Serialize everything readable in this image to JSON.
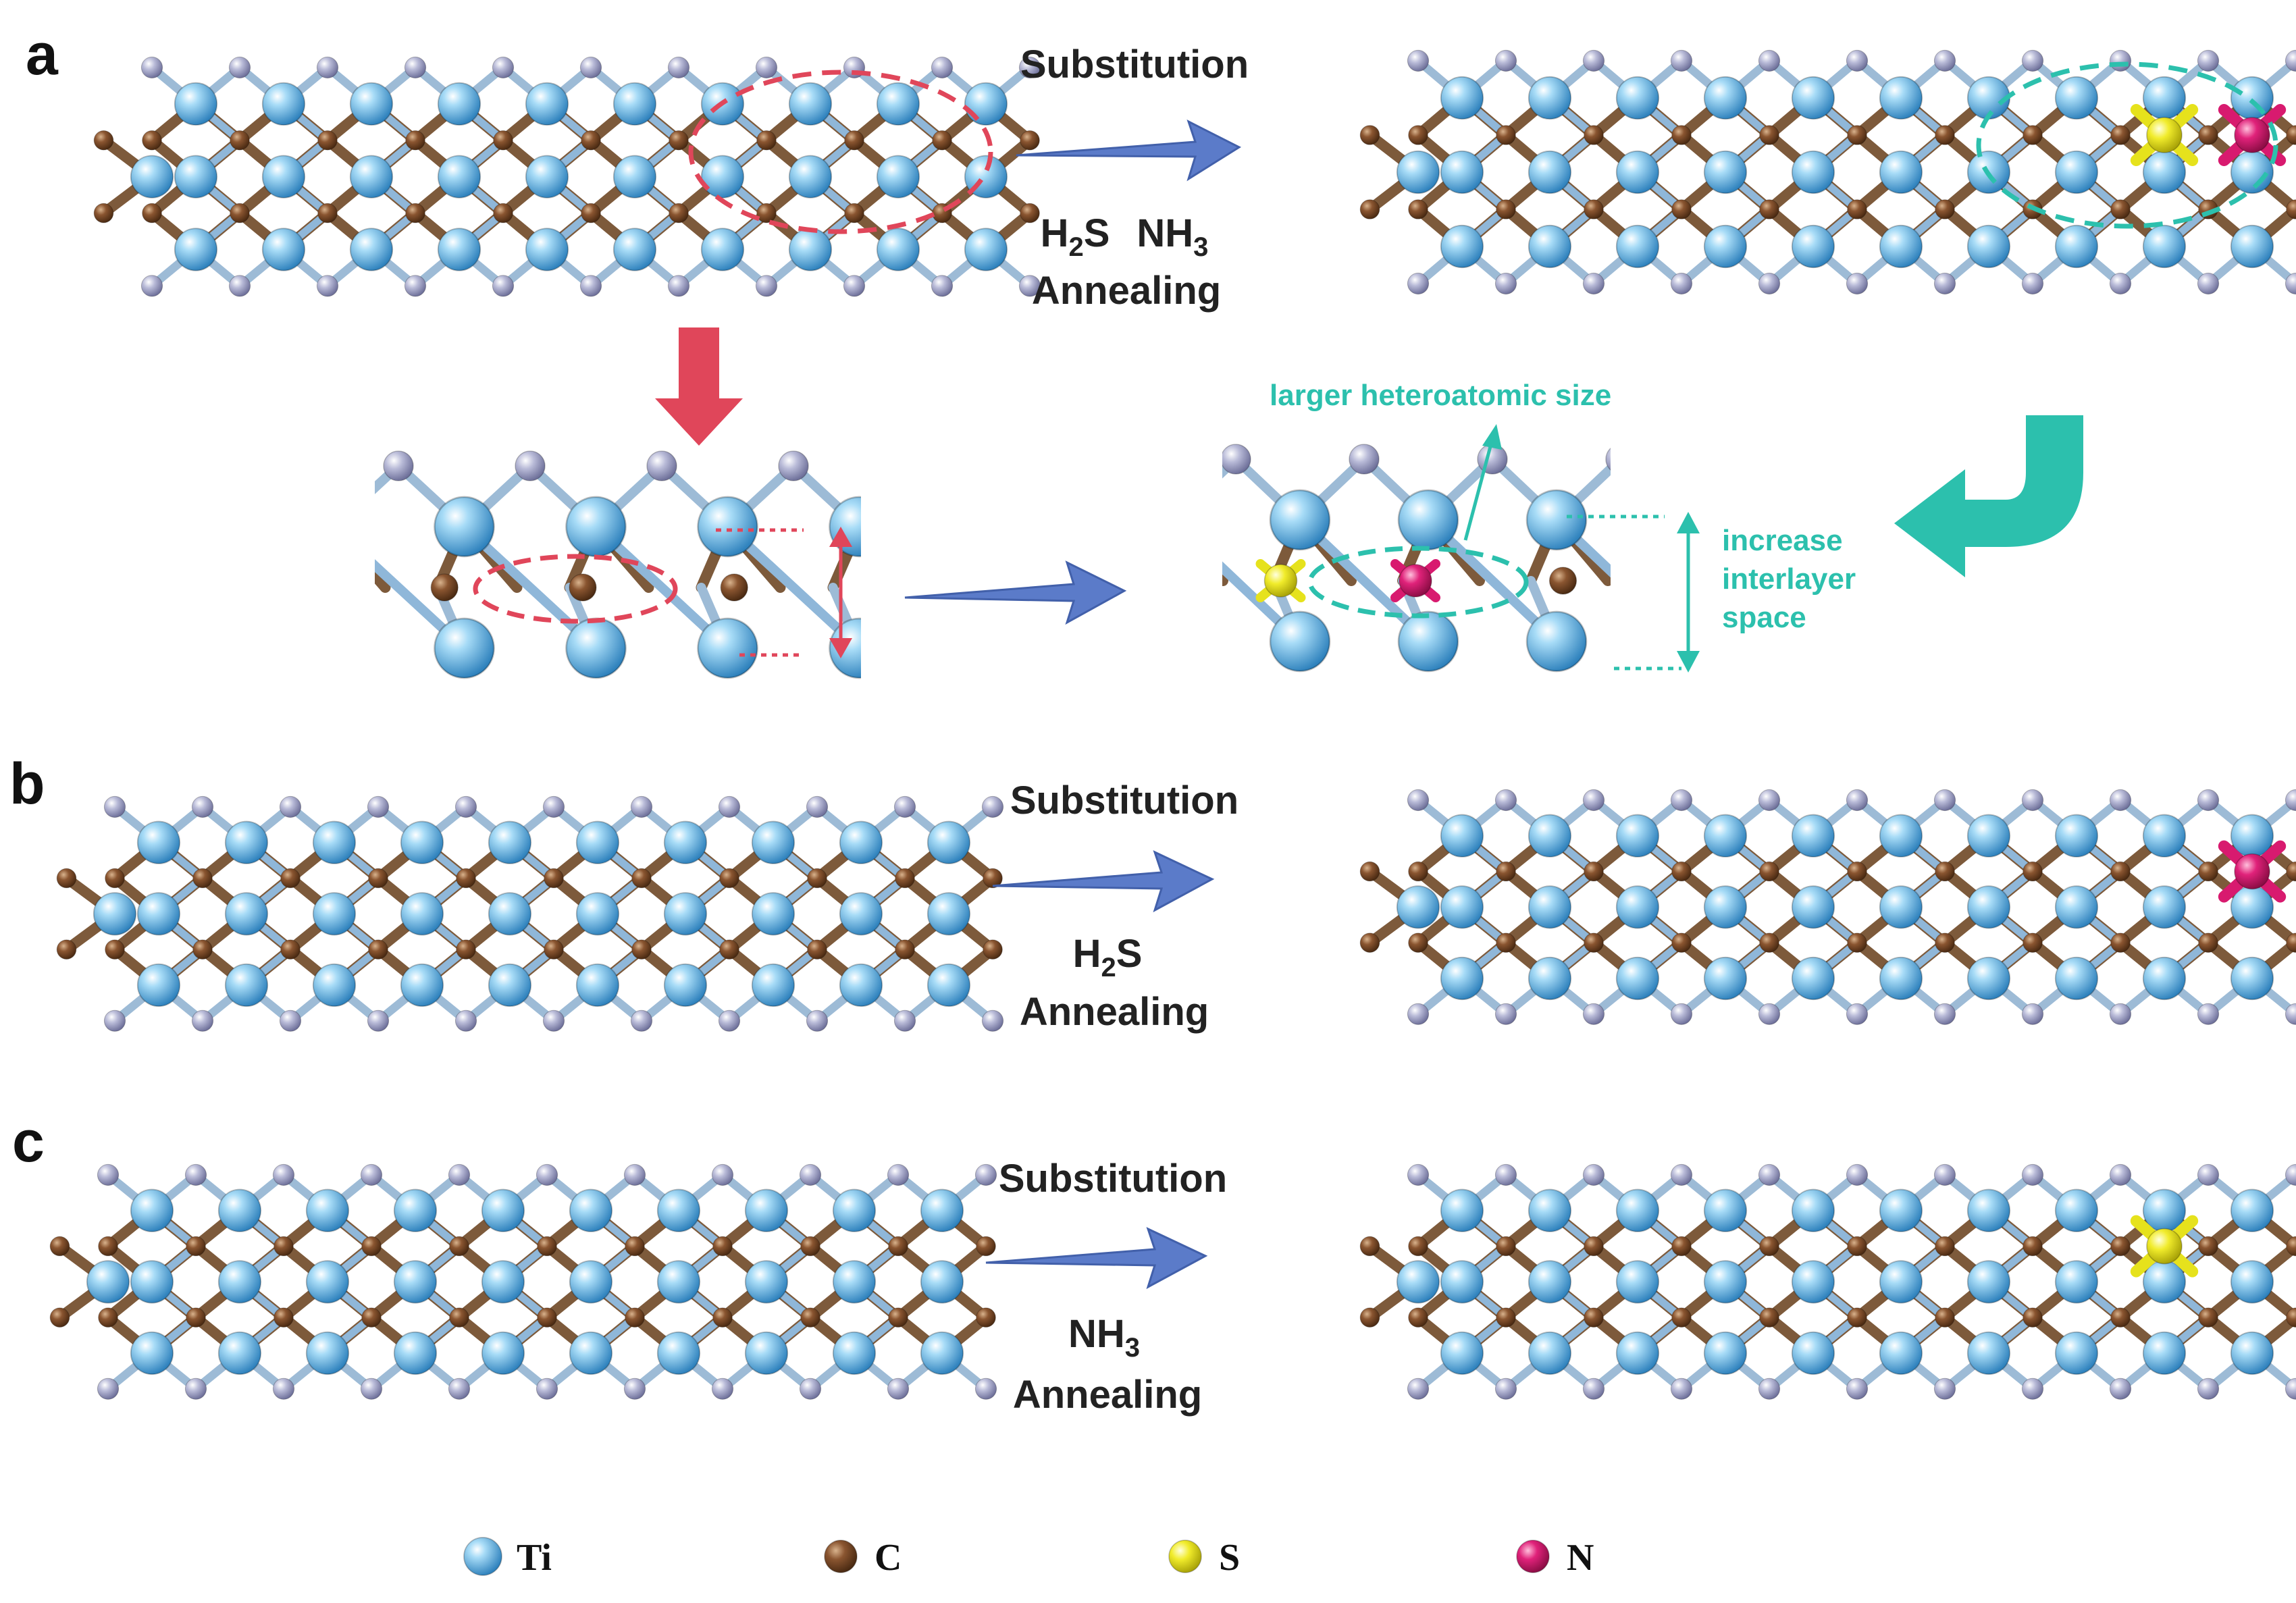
{
  "colors": {
    "ti": "#5fb4e6",
    "c": "#7a4a25",
    "s": "#e9e51c",
    "n": "#d81a6f",
    "o": "#9ea0c4",
    "arrow": "#5b7bc9",
    "red": "#e0465a",
    "teal": "#2cc0ad"
  },
  "panels": {
    "a": {
      "letter": "a",
      "process": "Substitution",
      "reagent_1": "H",
      "reagent_1_sub": "2",
      "reagent_1_tail": "S",
      "reagent_2": "NH",
      "reagent_2_sub": "3",
      "treatment": "Annealing",
      "note_size": "larger heteroatomic size",
      "note_space_1": "increase",
      "note_space_2": "interlayer",
      "note_space_3": "space"
    },
    "b": {
      "letter": "b",
      "process": "Substitution",
      "reagent": "H",
      "reagent_sub": "2",
      "reagent_tail": "S",
      "treatment": "Annealing"
    },
    "c": {
      "letter": "c",
      "process": "Substitution",
      "reagent": "NH",
      "reagent_sub": "3",
      "treatment": "Annealing"
    }
  },
  "legend": [
    {
      "symbol": "Ti",
      "atom": "ti"
    },
    {
      "symbol": "C",
      "atom": "c"
    },
    {
      "symbol": "S",
      "atom": "s"
    },
    {
      "symbol": "N",
      "atom": "n"
    }
  ]
}
